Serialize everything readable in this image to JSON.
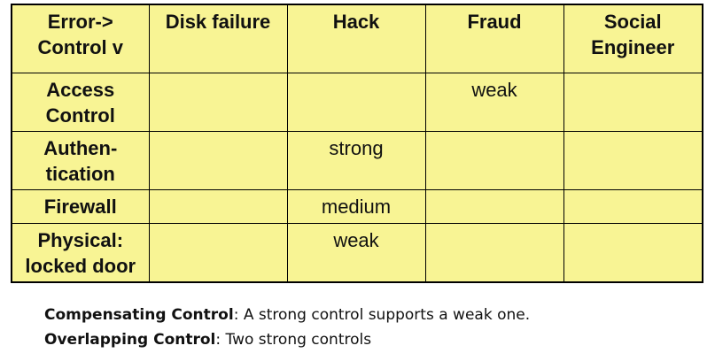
{
  "table": {
    "corner": [
      "Error->",
      "Control v"
    ],
    "columns": [
      [
        "Disk failure"
      ],
      [
        "Hack"
      ],
      [
        "Fraud"
      ],
      [
        "Social",
        "Engineer"
      ]
    ],
    "rows": [
      {
        "label": [
          "Access",
          "Control"
        ],
        "cells": [
          "",
          "",
          "weak",
          ""
        ]
      },
      {
        "label": [
          "Authen-",
          "tication"
        ],
        "cells": [
          "",
          "strong",
          "",
          ""
        ]
      },
      {
        "label": [
          "Firewall"
        ],
        "cells": [
          "",
          "medium",
          "",
          ""
        ]
      },
      {
        "label": [
          "Physical:",
          "locked door"
        ],
        "cells": [
          "",
          "weak",
          "",
          ""
        ]
      }
    ]
  },
  "notes": [
    {
      "term": "Compensating Control",
      "text": ": A strong control supports a weak one."
    },
    {
      "term": "Overlapping Control",
      "text": ": Two strong controls"
    }
  ],
  "colors": {
    "table_fill": "#f8f494",
    "border": "#000000"
  }
}
